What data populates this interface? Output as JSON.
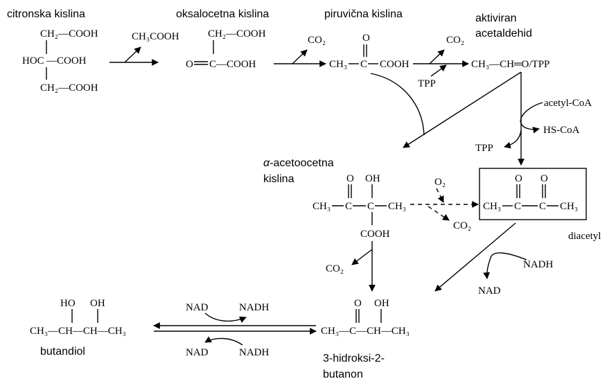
{
  "labels": {
    "citric": "citronska kislina",
    "oxaloacetic": "oksalocetna  kislina",
    "pyruvic": "piruvična kislina",
    "activated_1": "aktiviran",
    "activated_2": "acetaldehid",
    "acetolactate_greek": "α",
    "acetolactate_1": "-acetoocetna",
    "acetolactate_2": "kislina",
    "diacetyl": "diacetyl",
    "butanediol": "butandiol",
    "acetoin_1": "3-hidroksi-2-",
    "acetoin_2": "butanon"
  },
  "chem": {
    "cit_top": "CH₂—COOH",
    "cit_mid_c": "HOC",
    "cit_mid_r": "—COOH",
    "cit_bot": "CH₂—COOH",
    "acetic": "CH₃COOH",
    "oxa_top": "CH₂—COOH",
    "oxa_bot_o": "O",
    "oxa_bot_c": "C",
    "oxa_bot_r": "—COOH",
    "co2_a": "CO₂",
    "pyr_o": "O",
    "pyr_ch3": "CH₃",
    "pyr_c": "C",
    "pyr_r": "COOH",
    "co2_b": "CO₂",
    "tpp_in": "TPP",
    "act": "CH₃—CH═O/TPP",
    "acetylcoa": "acetyl-CoA",
    "hscoa": "HS-CoA",
    "tpp_out": "TPP",
    "al_o": "O",
    "al_oh": "OH",
    "al_ch3": "CH₃",
    "al_c1": "C",
    "al_c2": "C",
    "al_ch3b": "CH₃",
    "al_cooh": "COOH",
    "o2": "O₂",
    "co2_c": "CO₂",
    "da_o1": "O",
    "da_o2": "O",
    "da_ch3": "CH₃",
    "da_c1": "C",
    "da_c2": "C",
    "da_ch3b": "CH₃",
    "co2_d": "CO₂",
    "nadh_1": "NADH",
    "nad_1": "NAD",
    "nad_top": "NAD",
    "nadh_top": "NADH",
    "nad_bot": "NAD",
    "nadh_bot": "NADH",
    "bd_ho": "HO",
    "bd_oh": "OH",
    "bd_chain": "CH₃—CH—CH—CH₃",
    "ac_o": "O",
    "ac_oh": "OH",
    "ac_chain": "CH₃—C—CH—CH₃"
  }
}
